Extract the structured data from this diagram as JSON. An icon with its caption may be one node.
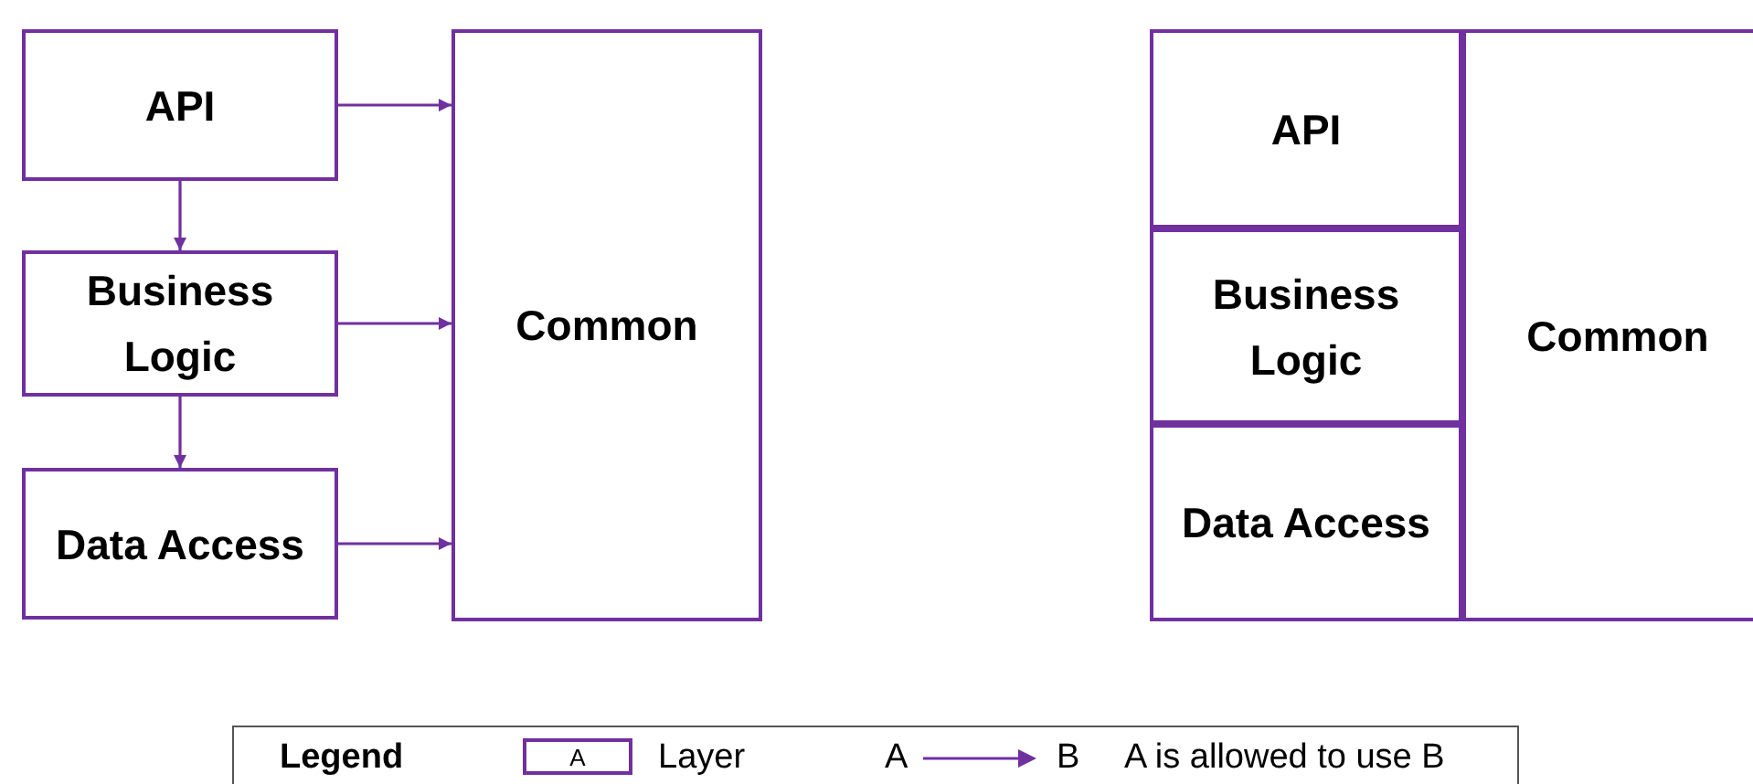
{
  "diagram": {
    "nodes": [
      {
        "text": [
          "API"
        ]
      },
      {
        "text": [
          "Business Logic"
        ]
      },
      {
        "text": [
          "Data Access"
        ]
      },
      {
        "text": [
          "Common"
        ]
      },
      {
        "text": [
          "API"
        ]
      },
      {
        "text": [
          "Business Logic"
        ]
      },
      {
        "text": [
          "Data Access"
        ]
      },
      {
        "text": [
          "Common"
        ]
      }
    ],
    "edges": [
      {
        "from": 0,
        "to": 1,
        "arrow": "to"
      },
      {
        "from": 1,
        "to": 2,
        "arrow": "to"
      },
      {
        "from": 0,
        "to": 3,
        "arrow": "to"
      },
      {
        "from": 1,
        "to": 3,
        "arrow": "to"
      },
      {
        "from": 2,
        "to": 3,
        "arrow": "to"
      }
    ],
    "labels": [
      "Legend",
      "A",
      "A",
      "B"
    ],
    "legend": [
      {
        "text": "Layer"
      },
      {
        "text": "A is allowed to use B"
      }
    ]
  }
}
